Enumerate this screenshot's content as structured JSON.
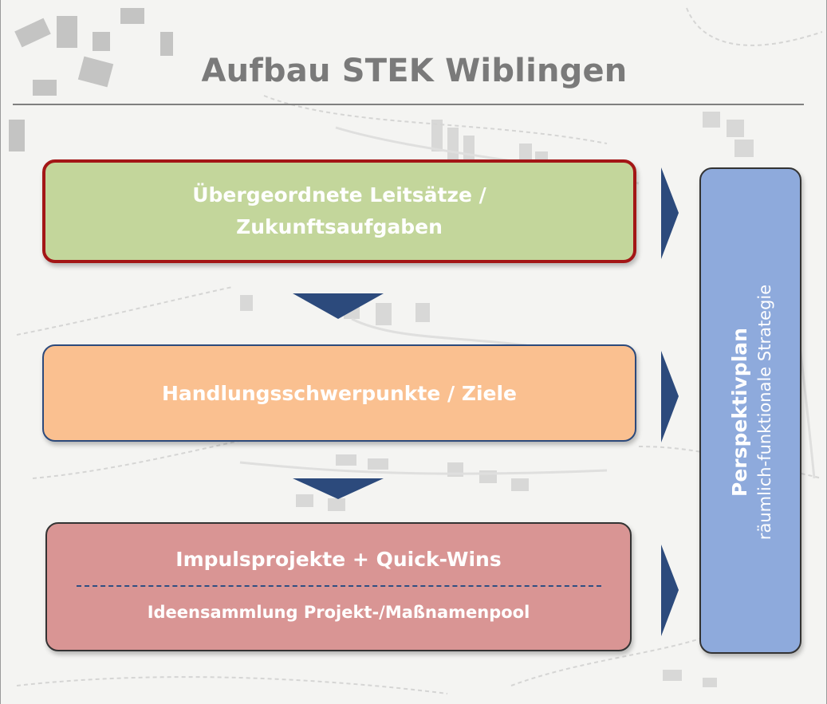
{
  "title": "Aufbau STEK Wiblingen",
  "boxes": {
    "leitsaetze": {
      "line1": "Übergeordnete Leitsätze /",
      "line2": "Zukunftsaufgaben"
    },
    "handlung": {
      "label": "Handlungsschwerpunkte / Ziele"
    },
    "impuls": {
      "main": "Impulsprojekte + Quick-Wins",
      "sub": "Ideensammlung Projekt-/Maßnamenpool"
    }
  },
  "side": {
    "title": "Perspektivplan",
    "subtitle": "räumlich-funktionale Strategie"
  },
  "colors": {
    "green_box": "#c3d69b",
    "green_border": "#a31616",
    "orange_box": "#fac090",
    "red_box": "#d99594",
    "side_box": "#8eaadc",
    "arrow": "#2c4a7c",
    "title": "#7a7a7a"
  }
}
